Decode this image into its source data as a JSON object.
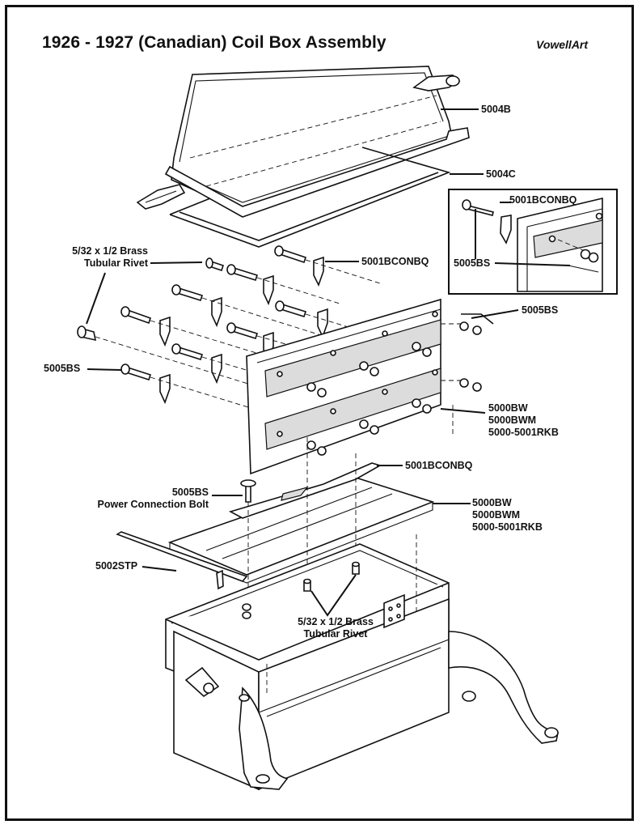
{
  "title": "1926 - 1927 (Canadian) Coil Box Assembly",
  "credit": "VowellArt",
  "labels": {
    "lid": "5004B",
    "gasket": "5004C",
    "inset_clip": "5001BCONBQ",
    "inset_screw": "5005BS",
    "clip_upper": "5001BCONBQ",
    "screw_right": "5005BS",
    "screw_left": "5005BS",
    "rivet_left_line1": "5/32 x 1/2 Brass",
    "rivet_left_line2": "Tubular Rivet",
    "board_line1": "5000BW",
    "board_line2": "5000BWM",
    "board_line3": "5000-5001RKB",
    "clip_lower": "5001BCONBQ",
    "bolt_line1": "5005BS",
    "bolt_line2": "Power Connection Bolt",
    "base_line1": "5000BW",
    "base_line2": "5000BWM",
    "base_line3": "5000-5001RKB",
    "strip": "5002STP",
    "rivet_lower_line1": "5/32 x 1/2 Brass",
    "rivet_lower_line2": "Tubular Rivet"
  }
}
